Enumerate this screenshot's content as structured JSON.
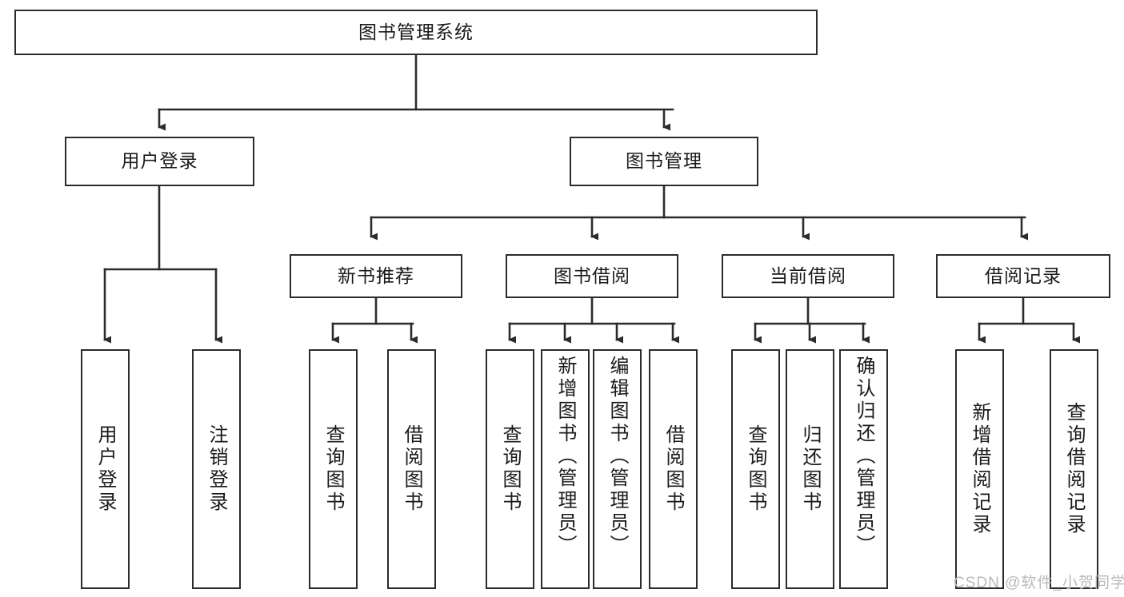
{
  "diagram": {
    "type": "tree-hierarchy",
    "title": "图书管理系统",
    "watermark": "CSDN @软件_小贺同学",
    "style": {
      "border_color": "#2b2b2b",
      "fill_color": "#ffffff",
      "text_color": "#1a1a1a",
      "watermark_color": "#b9b9b9"
    },
    "nodes": {
      "root": {
        "label": "图书管理系统",
        "level": 0,
        "orientation": "horizontal"
      },
      "n1_0": {
        "label": "用户登录",
        "level": 1,
        "orientation": "horizontal"
      },
      "n1_1": {
        "label": "图书管理",
        "level": 1,
        "orientation": "horizontal"
      },
      "n2_0": {
        "label": "新书推荐",
        "level": 2,
        "orientation": "horizontal"
      },
      "n2_1": {
        "label": "图书借阅",
        "level": 2,
        "orientation": "horizontal"
      },
      "n2_2": {
        "label": "当前借阅",
        "level": 2,
        "orientation": "horizontal"
      },
      "n2_3": {
        "label": "借阅记录",
        "level": 2,
        "orientation": "horizontal"
      },
      "l0": {
        "label": "用户登录",
        "level": 3,
        "orientation": "vertical",
        "align": "center"
      },
      "l1": {
        "label": "注销登录",
        "level": 3,
        "orientation": "vertical",
        "align": "center"
      },
      "l2": {
        "label": "查询图书",
        "level": 3,
        "orientation": "vertical",
        "align": "center"
      },
      "l3": {
        "label": "借阅图书",
        "level": 3,
        "orientation": "vertical",
        "align": "center"
      },
      "l4": {
        "label": "查询图书",
        "level": 3,
        "orientation": "vertical",
        "align": "center"
      },
      "l5": {
        "label": "新增图书（管理员）",
        "level": 3,
        "orientation": "vertical",
        "align": "top"
      },
      "l6": {
        "label": "编辑图书（管理员）",
        "level": 3,
        "orientation": "vertical",
        "align": "top"
      },
      "l7": {
        "label": "借阅图书",
        "level": 3,
        "orientation": "vertical",
        "align": "center"
      },
      "l8": {
        "label": "查询图书",
        "level": 3,
        "orientation": "vertical",
        "align": "center"
      },
      "l9": {
        "label": "归还图书",
        "level": 3,
        "orientation": "vertical",
        "align": "center"
      },
      "l10": {
        "label": "确认归还（管理员）",
        "level": 3,
        "orientation": "vertical",
        "align": "top"
      },
      "l11": {
        "label": "新增借阅记录",
        "level": 3,
        "orientation": "vertical",
        "align": "center"
      },
      "l12": {
        "label": "查询借阅记录",
        "level": 3,
        "orientation": "vertical",
        "align": "center"
      }
    },
    "edges": [
      {
        "from": "root",
        "to": "n1_0"
      },
      {
        "from": "root",
        "to": "n1_1"
      },
      {
        "from": "n1_1",
        "to": "n2_0"
      },
      {
        "from": "n1_1",
        "to": "n2_1"
      },
      {
        "from": "n1_1",
        "to": "n2_2"
      },
      {
        "from": "n1_1",
        "to": "n2_3"
      },
      {
        "from": "n1_0",
        "to": "l0"
      },
      {
        "from": "n1_0",
        "to": "l1"
      },
      {
        "from": "n2_0",
        "to": "l2"
      },
      {
        "from": "n2_0",
        "to": "l3"
      },
      {
        "from": "n2_1",
        "to": "l4"
      },
      {
        "from": "n2_1",
        "to": "l5"
      },
      {
        "from": "n2_1",
        "to": "l6"
      },
      {
        "from": "n2_1",
        "to": "l7"
      },
      {
        "from": "n2_2",
        "to": "l8"
      },
      {
        "from": "n2_2",
        "to": "l9"
      },
      {
        "from": "n2_2",
        "to": "l10"
      },
      {
        "from": "n2_3",
        "to": "l11"
      },
      {
        "from": "n2_3",
        "to": "l12"
      }
    ]
  }
}
